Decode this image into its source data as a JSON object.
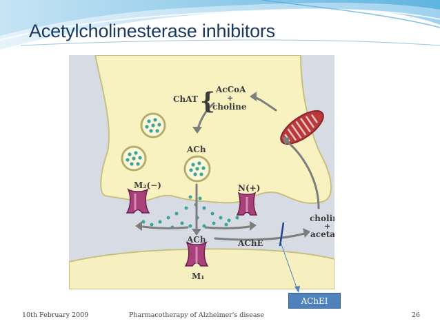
{
  "slide": {
    "title": "Acetylcholinesterase inhibitors",
    "callout_label": "AChEI"
  },
  "figure": {
    "labels": {
      "chat": "ChAT",
      "accoa": "AcCoA",
      "plus1": "+",
      "choline_top": "choline",
      "ach_top": "ACh",
      "m2": "M₂(−)",
      "n": "N(+)",
      "ach_cleft": "ACh",
      "ache": "AChE",
      "choline_bottom": "choline",
      "plus2": "+",
      "acetate": "acetate",
      "m1": "M₁"
    }
  },
  "footer": {
    "date": "10th February 2009",
    "center": "Pharmacotherapy of Alzheimer's disease",
    "page": "26"
  },
  "colors": {
    "title": "#17375e",
    "callout_fill": "#4f81bd",
    "figure_background": "#d7dbe3",
    "terminal_fill": "#f8f2c0",
    "terminal_edge": "#c8c080",
    "vesicle_dots": "#3aa59a",
    "receptor": "#a8407a",
    "mitochondrion": "#b8383c",
    "arrow": "#7d7d7d"
  }
}
